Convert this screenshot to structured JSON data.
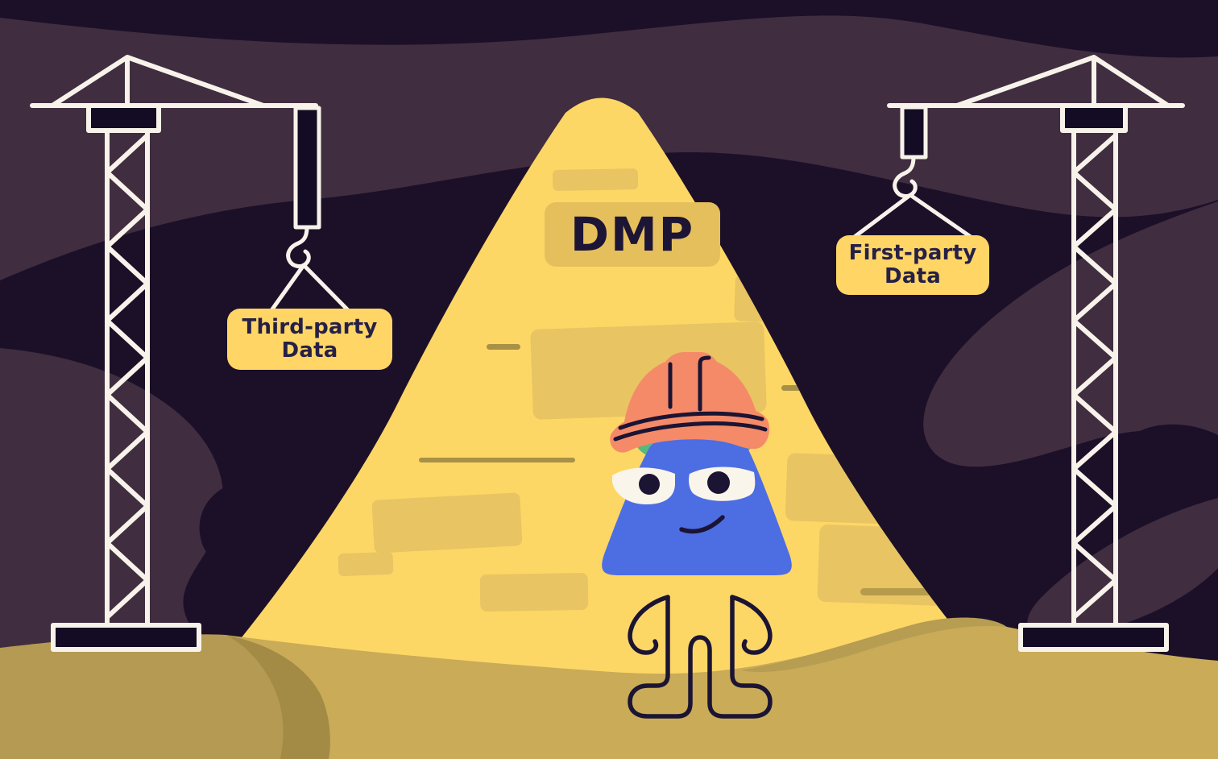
{
  "scene": {
    "description": "Illustration of a yellow DMP pyramid being built by two cranes, with a blue mascot wearing a hard hat",
    "background_color": "#1c1029",
    "swirl_color": "#412d40"
  },
  "pyramid": {
    "label": "DMP",
    "fill": "#fdd765",
    "plate_fill": "#e6bf5d",
    "brick_fill": "#e8c463",
    "dash_fill": "#a89146",
    "label_color": "#1d1535"
  },
  "signs": {
    "third_party": {
      "line1": "Third-party",
      "line2": "Data"
    },
    "first_party": {
      "line1": "First-party",
      "line2": "Data"
    },
    "fill": "#ffd666",
    "text_color": "#262046"
  },
  "cranes": {
    "stroke_color": "#f8f3ea",
    "panel_fill": "#140c24"
  },
  "ground": {
    "main_color": "#c9ab58",
    "left_mound_color": "#b49a52",
    "shadow_band_color": "#a38b45",
    "right_accent_color": "#b79d52"
  },
  "character": {
    "body_color": "#4d6de3",
    "hat_color": "#f58a68",
    "band_color": "#57b97c",
    "eye_color": "#faf5eb",
    "line_color": "#1c1433"
  }
}
